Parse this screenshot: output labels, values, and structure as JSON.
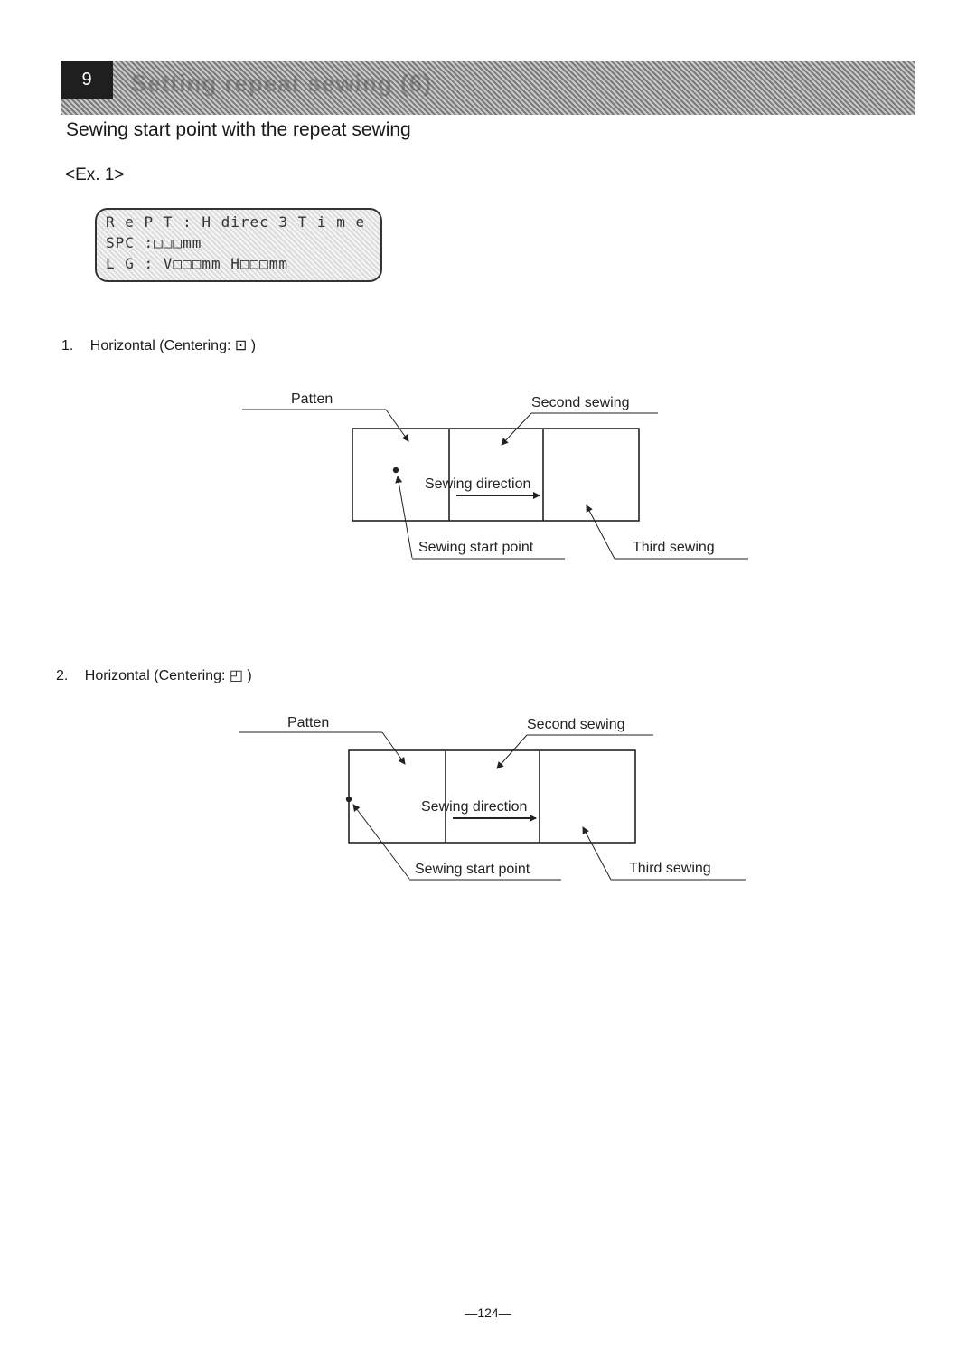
{
  "header": {
    "section_number": "9",
    "title": "Setting repeat sewing (6)"
  },
  "subtitle": "Sewing start point with the repeat sewing",
  "example_label": "<Ex. 1>",
  "lcd": {
    "line1": "R e P T : H  direc  3 T i m e",
    "line2": "SPC    :□□□mm",
    "line3": "L G : V□□□mm  H□□□mm"
  },
  "items": [
    {
      "number": "1.",
      "caption": "Horizontal (Centering: ⊡ )",
      "labels": {
        "pattern": "Patten",
        "second": "Second sewing",
        "direction": "Sewing direction",
        "start": "Sewing start point",
        "third": "Third sewing"
      }
    },
    {
      "number": "2.",
      "caption": "Horizontal (Centering: ◰ )",
      "labels": {
        "pattern": "Patten",
        "second": "Second sewing",
        "direction": "Sewing direction",
        "start": "Sewing start point",
        "third": "Third sewing"
      }
    }
  ],
  "page_number": "—124—"
}
